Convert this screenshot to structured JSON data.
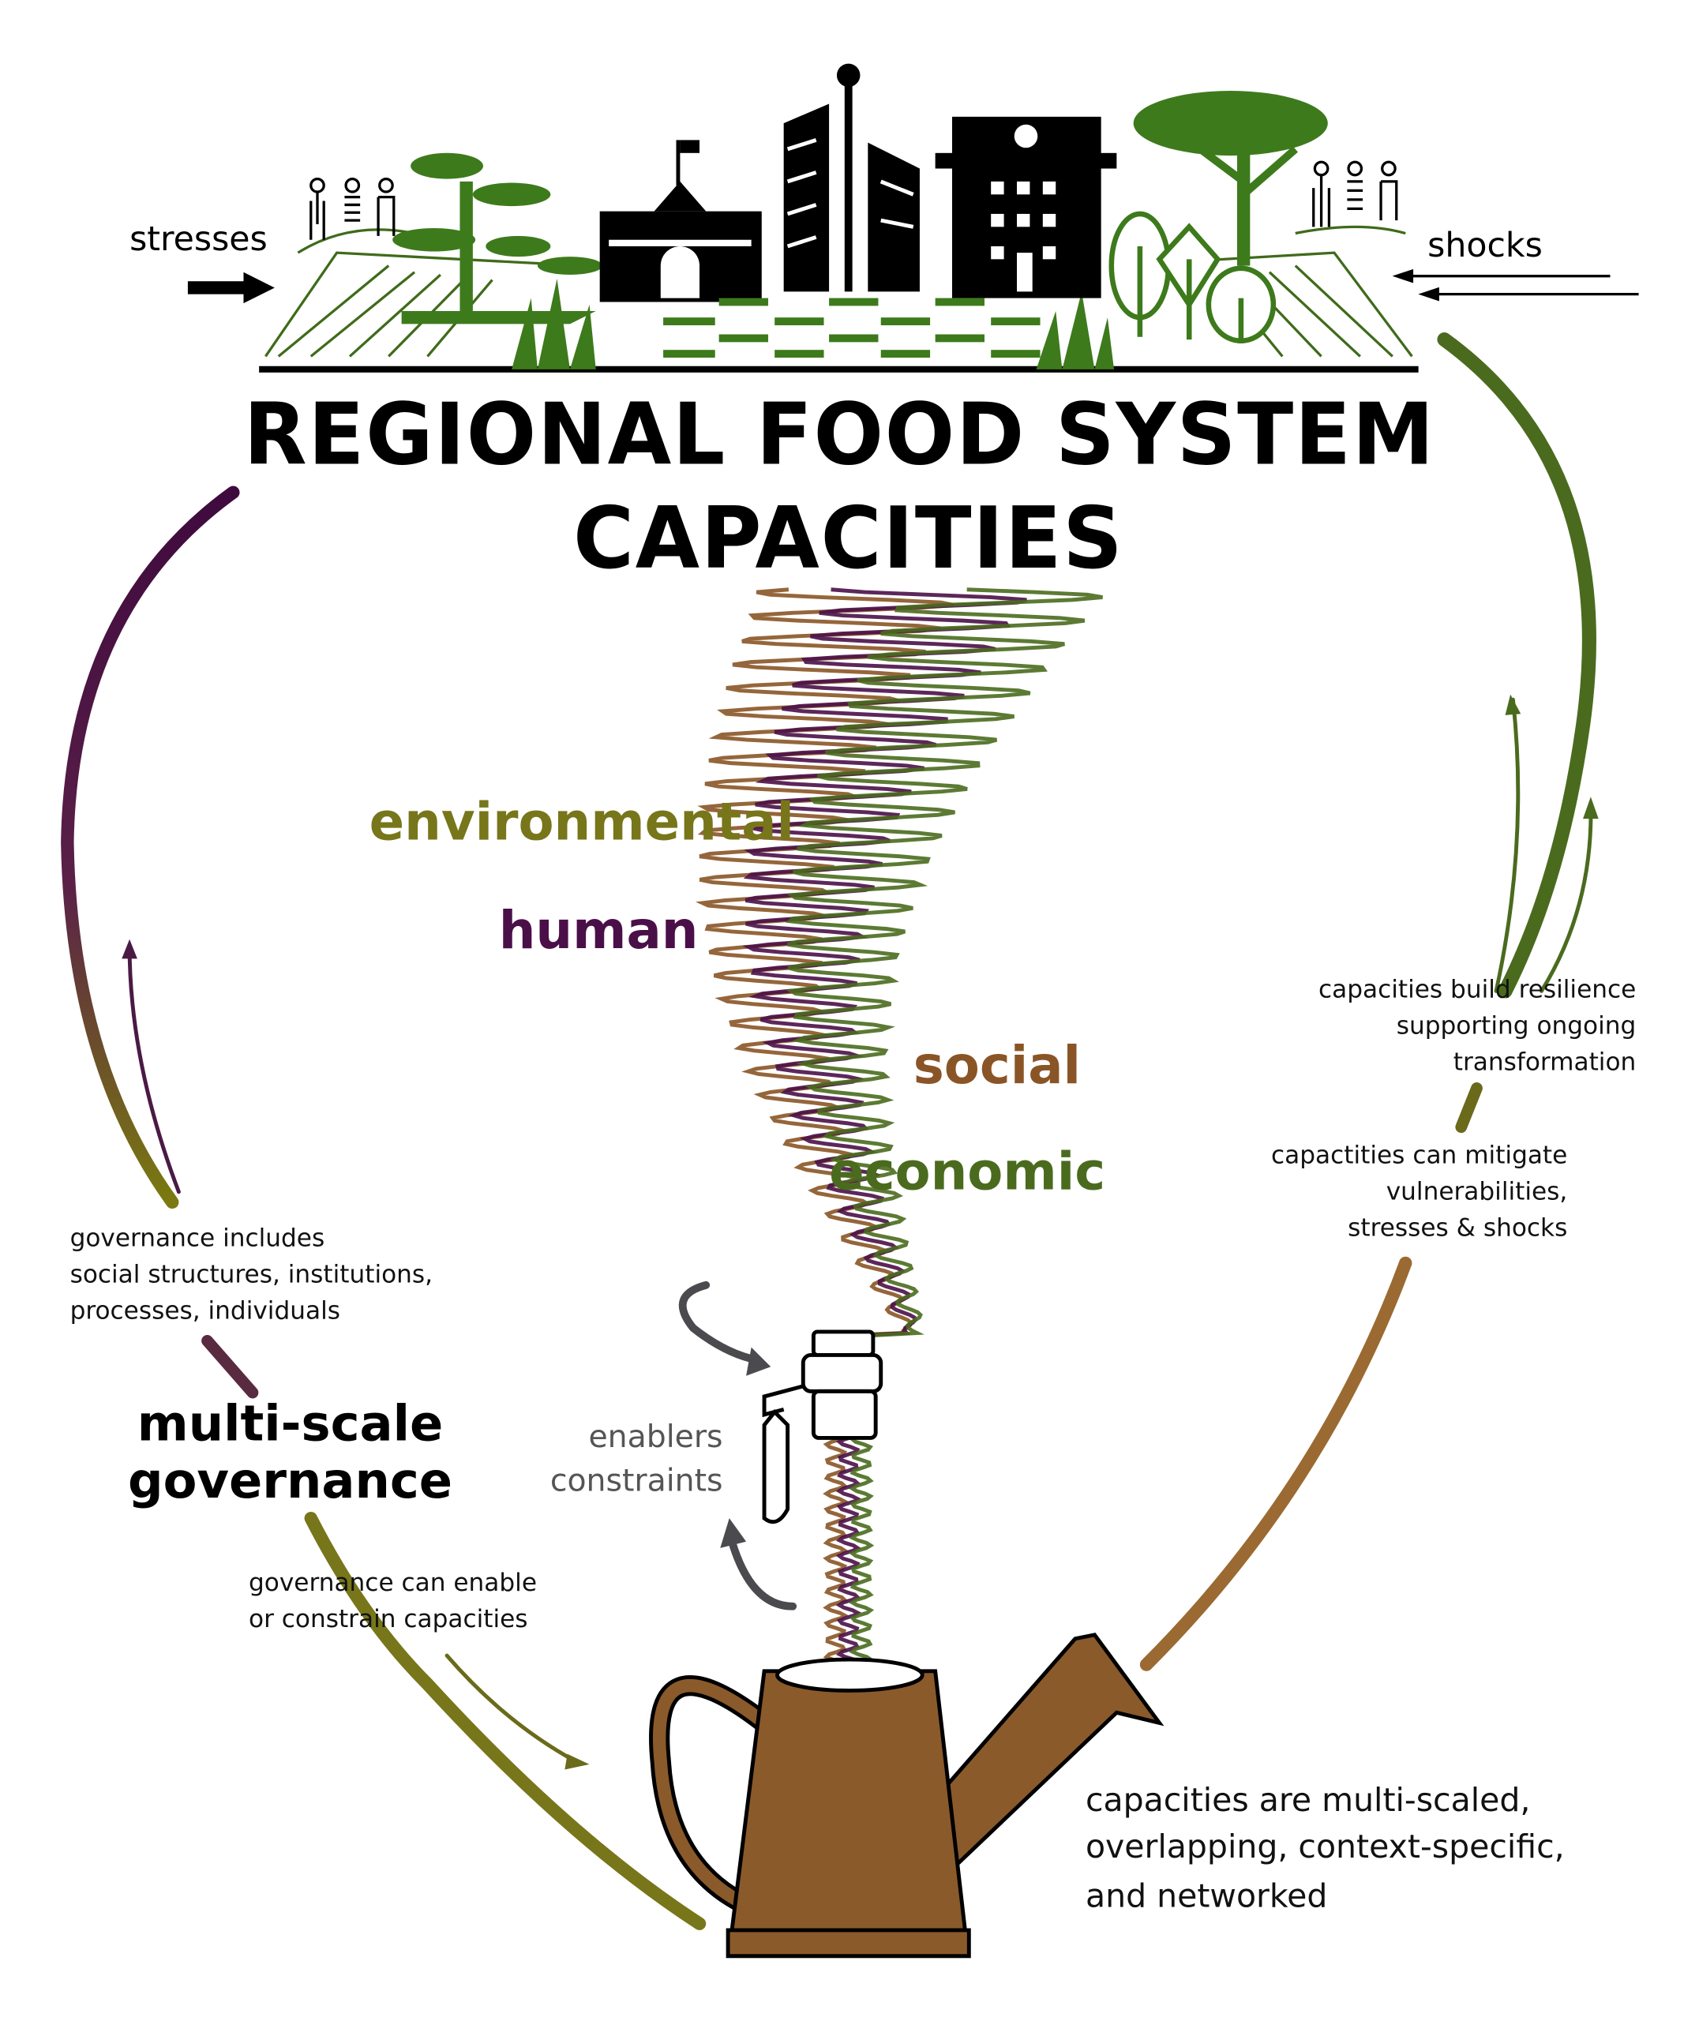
{
  "header": {
    "stresses": "stresses",
    "shocks": "shocks",
    "title_line1": "REGIONAL FOOD SYSTEM",
    "title_line2": "CAPACITIES"
  },
  "capital_types": {
    "environmental": "environmental",
    "human": "human",
    "social": "social",
    "economic": "economic"
  },
  "right_notes": {
    "resilience": [
      "capacities build resilience",
      "supporting ongoing",
      "transformation"
    ],
    "mitigate": [
      "capactities can mitigate",
      "vulnerabilities,",
      "stresses & shocks"
    ]
  },
  "left_notes": {
    "includes": [
      "governance includes",
      "social structures, institutions,",
      "processes, individuals"
    ],
    "governance_title": [
      "multi-scale",
      "governance"
    ],
    "enable": [
      "governance can enable",
      "or constrain capacities"
    ]
  },
  "valve": {
    "enablers": "enablers",
    "constraints": "constraints"
  },
  "bottom_note": [
    "capacities are multi-scaled,",
    "overlapping, context-specific,",
    "and networked"
  ],
  "colors": {
    "environmental": "#77761a",
    "human": "#4a0f48",
    "social": "#8a5526",
    "economic": "#4a6b1e",
    "can": "#8a5a2b",
    "green": "#4e7a22"
  }
}
